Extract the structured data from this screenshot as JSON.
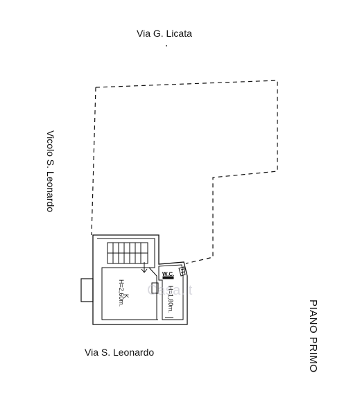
{
  "streets": {
    "top": "Via G. Licata",
    "left": "Vicolo S. Leonardo",
    "bottom": "Via S. Leonardo"
  },
  "plan": {
    "title": "PIANO PRIMO"
  },
  "rooms": {
    "kitchen_label": "K",
    "kitchen_height": "H=2,60m.",
    "wc_label": "W.C.",
    "wc_height": "H=1,80m."
  },
  "watermark": "Casa.it",
  "colors": {
    "line": "#111111",
    "watermark": "#bebec8"
  }
}
